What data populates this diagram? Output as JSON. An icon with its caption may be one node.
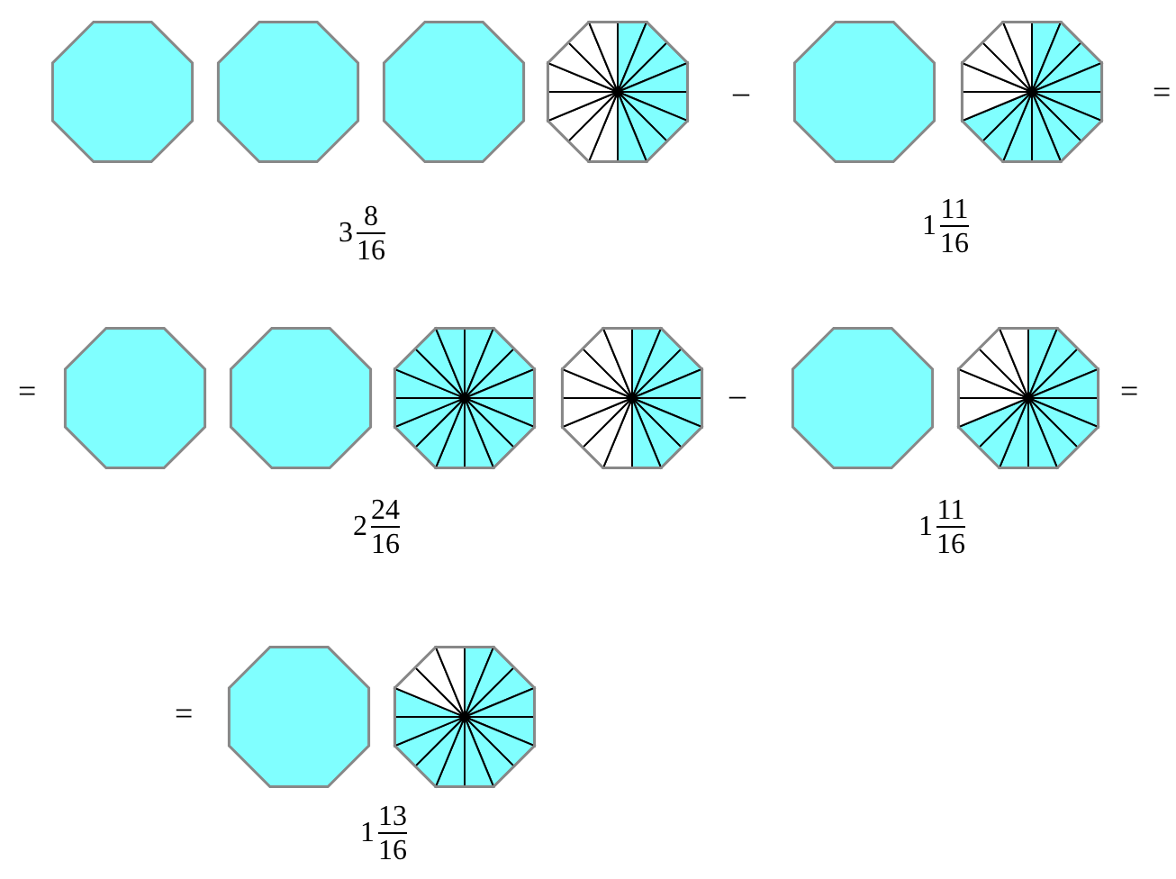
{
  "diagram": {
    "labels": [
      "–",
      "=",
      "3",
      "8",
      "16",
      "1",
      "11",
      "16",
      "=",
      "–",
      "=",
      "2",
      "24",
      "16",
      "1",
      "11",
      "16",
      "=",
      "1",
      "13",
      "16"
    ]
  }
}
